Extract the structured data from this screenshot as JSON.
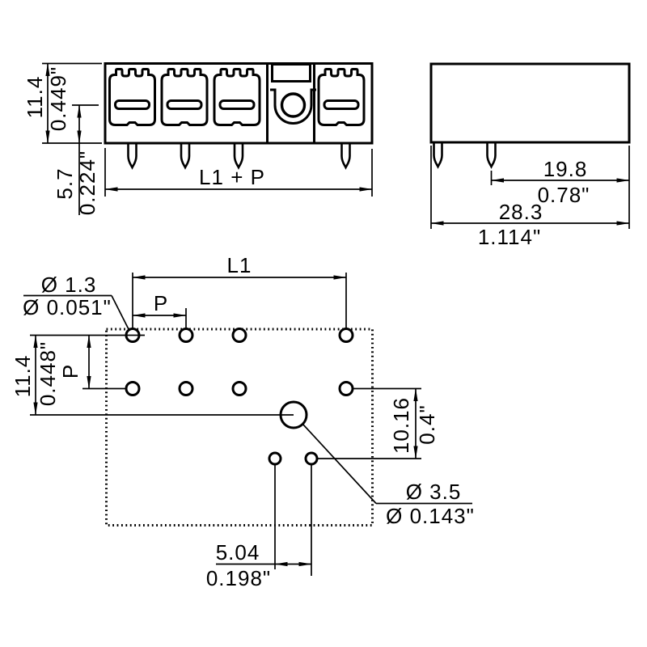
{
  "page": {
    "background": "#ffffff",
    "line_color": "#000000"
  },
  "front_view": {
    "height_mm": "11.4",
    "height_inch": "0.449\"",
    "pin_offset_mm": "5.7",
    "pin_offset_inch": "0.224\"",
    "length_label": "L1 + P"
  },
  "side_view": {
    "pin_to_edge_mm": "19.8",
    "pin_to_edge_inch": "0.78\"",
    "depth_mm": "28.3",
    "depth_inch": "1.114\""
  },
  "footprint": {
    "length_label": "L1",
    "pitch_h_label": "P",
    "pitch_v_label": "P",
    "row_span_mm": "11.4",
    "row_span_inch": "0.448\"",
    "small_hole_dia_mm": "Ø 1.3",
    "small_hole_dia_inch": "Ø 0.051\"",
    "large_hole_dia_mm": "Ø 3.5",
    "large_hole_dia_inch": "Ø 0.143\"",
    "vert_offset_mm": "10.16",
    "vert_offset_inch": "0.4\"",
    "horiz_offset_mm": "5.04",
    "horiz_offset_inch": "0.198\""
  }
}
